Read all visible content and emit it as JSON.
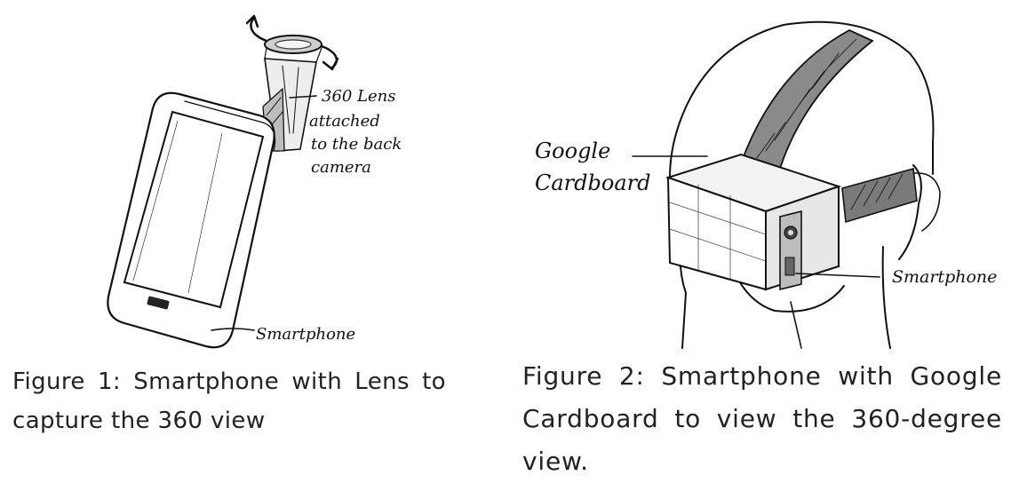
{
  "figure1": {
    "callouts": {
      "lens_lines": [
        "360 Lens",
        "attached",
        "to the back",
        "camera"
      ],
      "phone": "Smartphone"
    },
    "caption": "Figure 1: Smartphone with Lens to capture the 360 view"
  },
  "figure2": {
    "callouts": {
      "cardboard_lines": [
        "Google",
        "Cardboard"
      ],
      "phone": "Smartphone"
    },
    "caption": "Figure 2: Smartphone with Google Cardboard to view the 360-degree view."
  }
}
